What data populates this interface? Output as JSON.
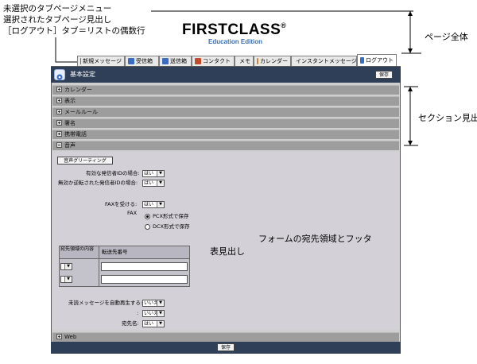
{
  "annotations": {
    "lines": [
      "未選択のタブページメニュー",
      "選択されたタブページ見出し",
      "［ログアウト］タブ＝リストの偶数行"
    ],
    "page_whole": "ページ全体",
    "section_heading": "セクション見出し",
    "form_footer": "フォームの宛先領域とフッタ",
    "table_heading": "表見出し"
  },
  "logo": {
    "main": "FIRSTCLASS",
    "reg": "®",
    "sub": "Education Edition"
  },
  "tabs": [
    {
      "label": "新規メッセージ",
      "icon_color": "#3b6cc4"
    },
    {
      "label": "受信箱",
      "icon_color": "#3b6cc4"
    },
    {
      "label": "送信箱",
      "icon_color": "#3b6cc4"
    },
    {
      "label": "コンタクト",
      "icon_color": "#c24b2b"
    },
    {
      "label": "メモ",
      "icon_color": "#3b6cc4"
    },
    {
      "label": "カレンダー",
      "icon_color": "#d08a1b"
    },
    {
      "label": "インスタントメッセージ",
      "icon_color": "#3a9a3a"
    },
    {
      "label": "ログアウト",
      "icon_color": "#3b6cc4"
    }
  ],
  "app": {
    "title": "基本設定",
    "save_label": "保存",
    "sections": [
      "カレンダー",
      "表示",
      "メールルール",
      "署名",
      "携帯電話",
      "音声"
    ],
    "web_section": "Web",
    "voice": {
      "greeting_button": "音声グリーティング",
      "valid_caller": "有効な発信者IDの場合:",
      "invalid_caller": "無効か逆転された発信者IDの場合:",
      "yes": "はい",
      "fax_receive": "FAXを受ける:",
      "fax": "FAX",
      "pcx": "PCX形式で保存",
      "dcx": "DCX形式で保存",
      "table_col1": "宛先領域の内容",
      "table_col2": "転送先番号",
      "autoplay": "未読メッセージを自動再生する:",
      "no": "いいえ",
      "colon": ":",
      "recipient": "宛先名:"
    }
  },
  "colors": {
    "header": "#2f3f57",
    "section": "#9d9d9d",
    "body": "#d3d0d8"
  }
}
